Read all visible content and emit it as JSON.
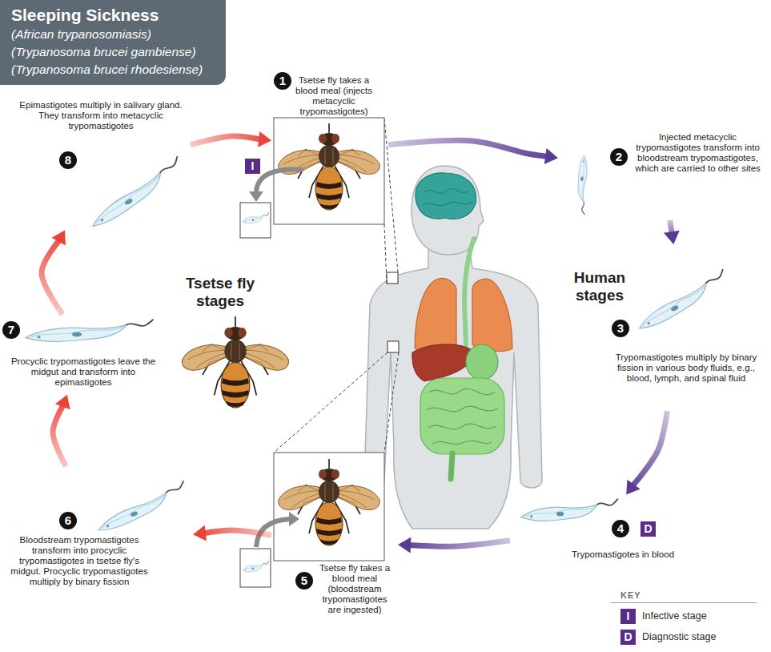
{
  "diagram": {
    "title": "Sleeping Sickness",
    "nodes": [
      {
        "text": [
          "1",
          "Tsetse fly takes a blood meal (injects metacyclic trypomastigotes)"
        ]
      },
      {
        "text": [
          "2",
          "Injected metacyclic trypomastigotes transform into bloodstream trypomastigotes, which are carried to other sites"
        ]
      },
      {
        "text": [
          "3",
          "Trypomastigotes multiply by binary fission in various body fluids, e.g., blood, lymph, and spinal fluid"
        ]
      },
      {
        "text": [
          "4",
          "Trypomastigotes in blood"
        ]
      },
      {
        "text": [
          "5",
          "Tsetse fly takes a blood meal (bloodstream trypomastigotes are ingested)"
        ]
      },
      {
        "text": [
          "6",
          "Bloodstream trypomastigotes transform into procyclic trypomastigotes in tsetse fly's midgut. Procyclic trypomastigotes multiply by binary fission"
        ]
      },
      {
        "text": [
          "7",
          "Procyclic trypomastigotes leave the midgut and transform into epimastigotes"
        ]
      },
      {
        "text": [
          "8",
          "Epimastigotes multiply in salivary gland. They transform into metacyclic trypomastigotes"
        ]
      }
    ],
    "edges": [
      {
        "from": 0,
        "to": 1,
        "arrow": "to"
      },
      {
        "from": 1,
        "to": 2,
        "arrow": "to"
      },
      {
        "from": 2,
        "to": 3,
        "arrow": "to"
      },
      {
        "from": 3,
        "to": 4,
        "arrow": "to"
      },
      {
        "from": 4,
        "to": 5,
        "arrow": "to"
      },
      {
        "from": 5,
        "to": 6,
        "arrow": "to"
      },
      {
        "from": 6,
        "to": 7,
        "arrow": "to"
      },
      {
        "from": 7,
        "to": 0,
        "arrow": "to"
      }
    ],
    "labels": [
      "(African trypanosomiasis)",
      "(Trypanosoma brucei gambiense)",
      "(Trypanosoma brucei rhodesiense)",
      "Tsetse fly stages",
      "Human stages",
      "I",
      "D",
      "KEY",
      "I",
      "D"
    ],
    "legend": [
      {
        "text": "Infective stage",
        "color": "#5c2d88"
      },
      {
        "text": "Diagnostic stage",
        "color": "#5c2d88"
      }
    ]
  }
}
